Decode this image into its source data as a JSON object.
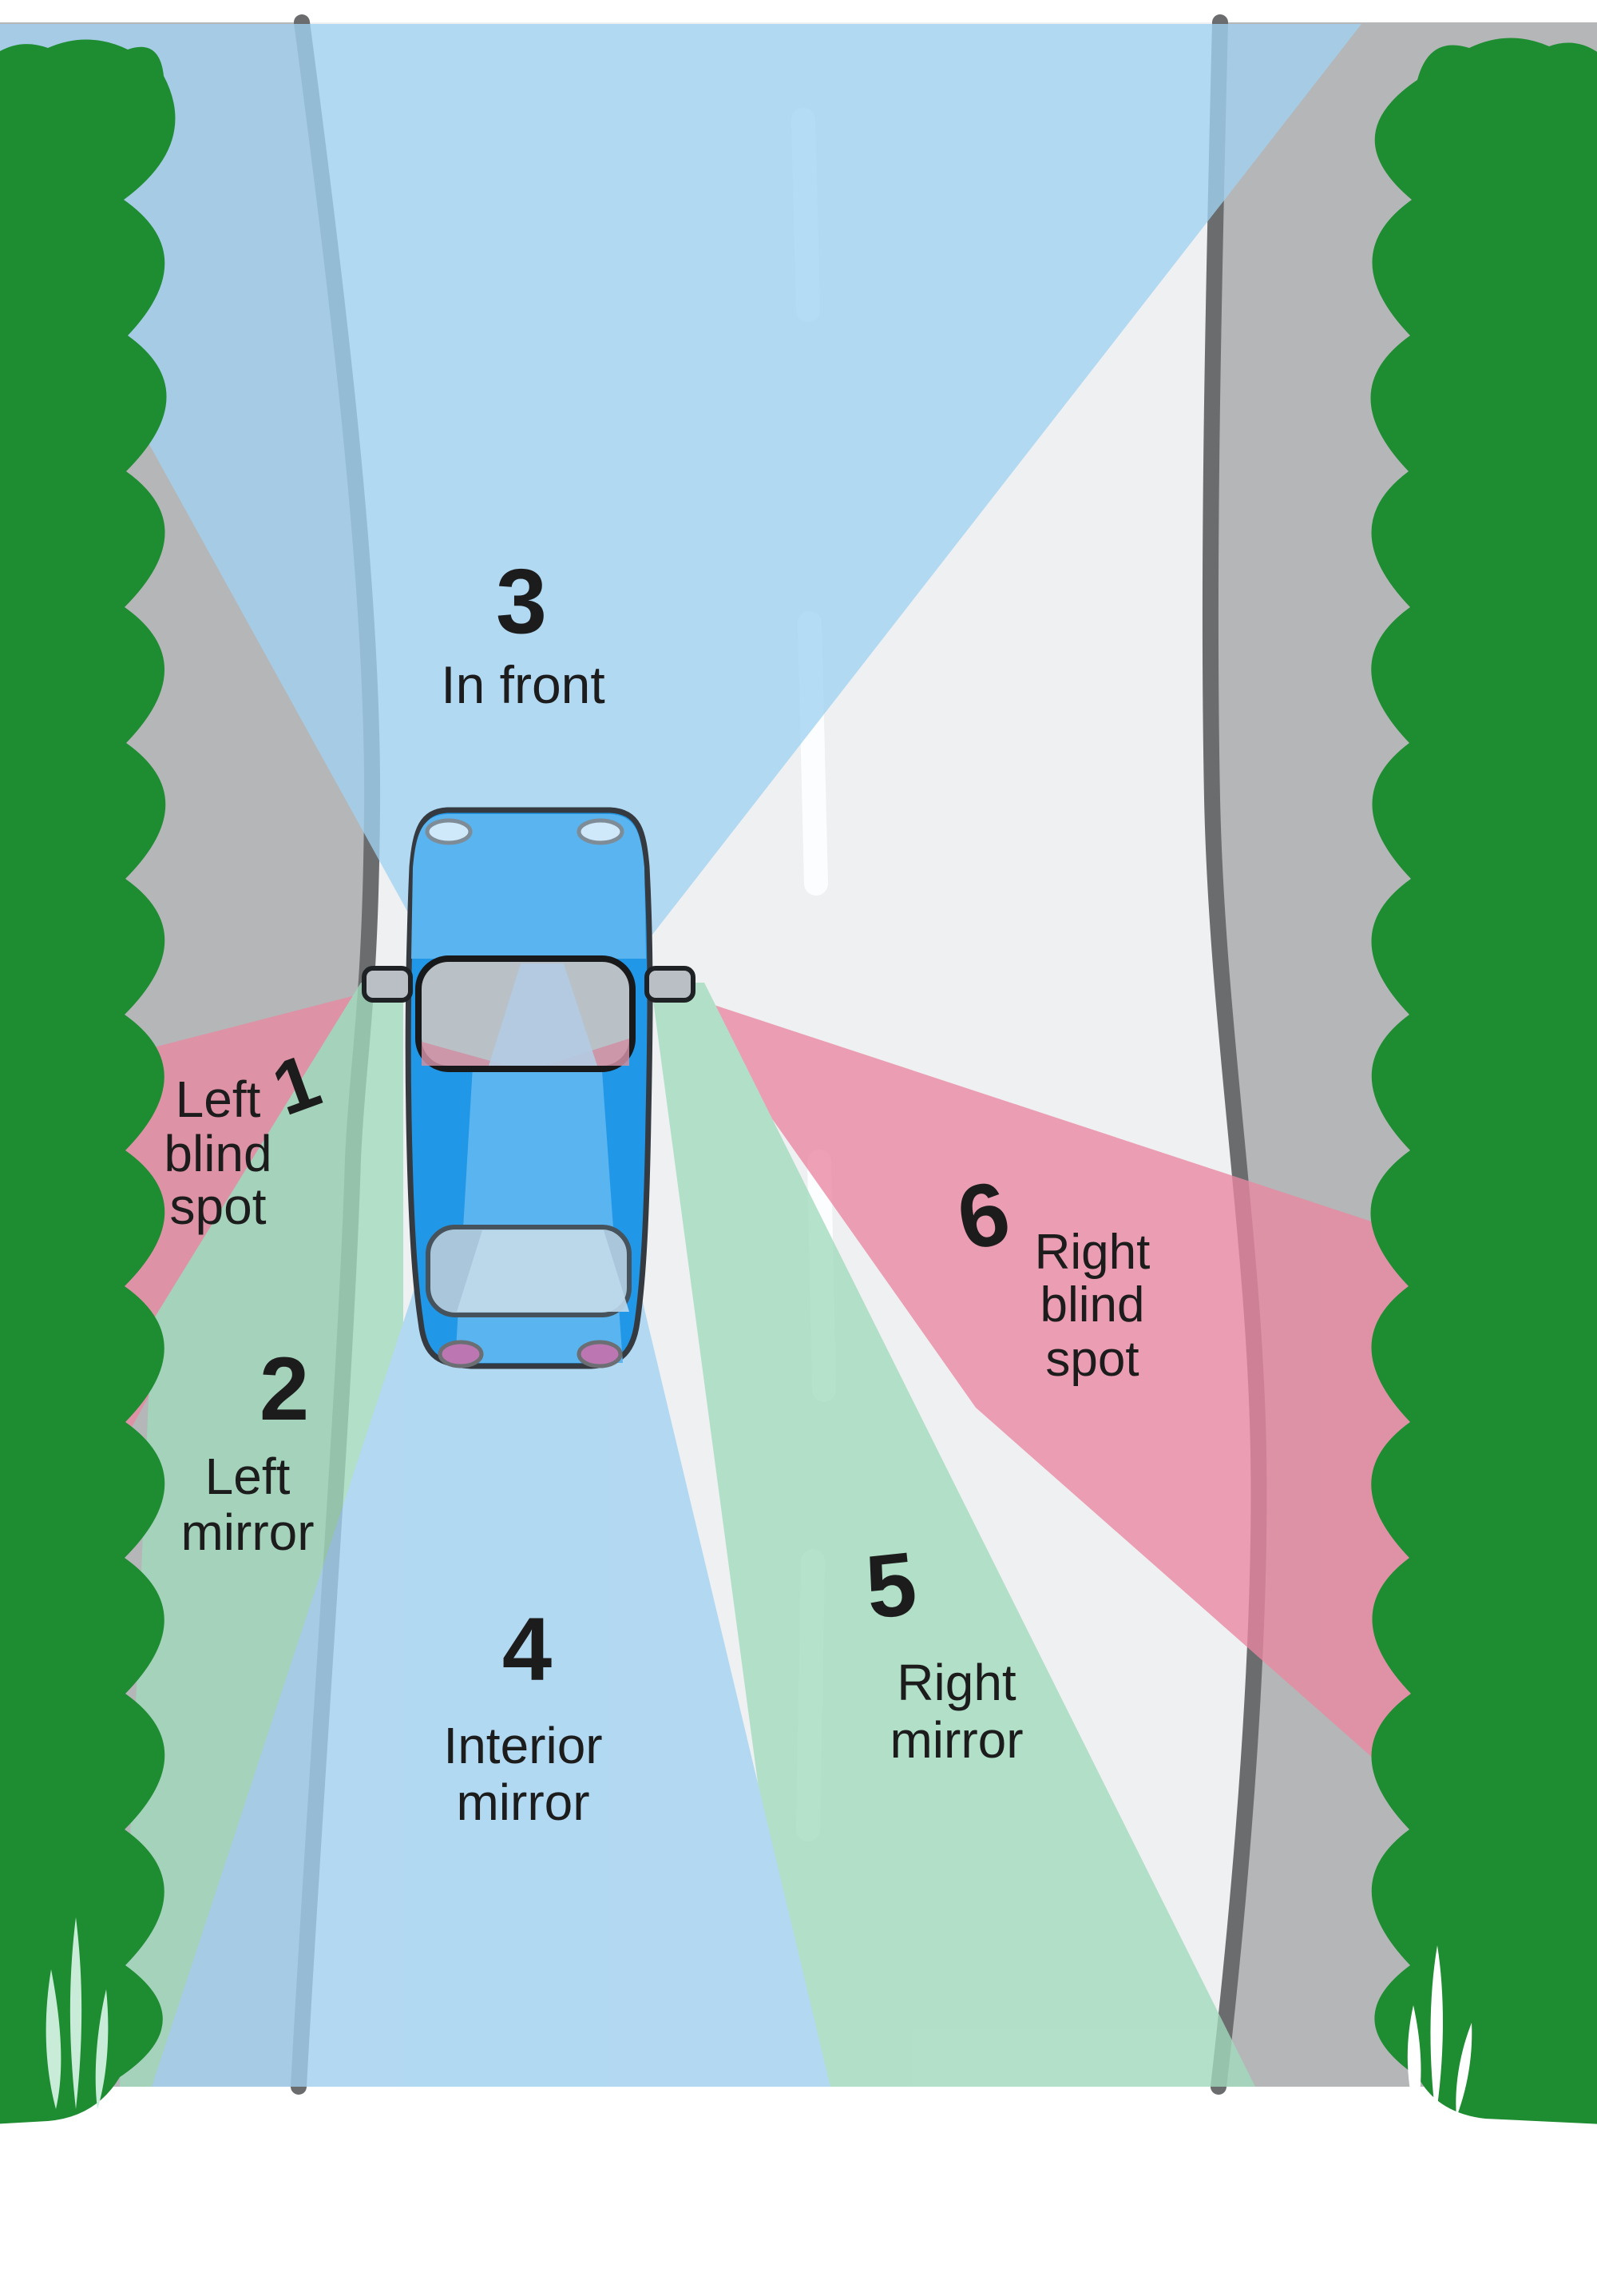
{
  "diagram": {
    "subject": "car-mirror-and-blind-spot-zones",
    "zones": [
      {
        "num": "1",
        "lines": [
          "Left",
          "blind",
          "spot"
        ]
      },
      {
        "num": "2",
        "lines": [
          "Left",
          "mirror"
        ]
      },
      {
        "num": "3",
        "lines": [
          "In front"
        ]
      },
      {
        "num": "4",
        "lines": [
          "Interior",
          "mirror"
        ]
      },
      {
        "num": "5",
        "lines": [
          "Right",
          "mirror"
        ]
      },
      {
        "num": "6",
        "lines": [
          "Right",
          "blind",
          "spot"
        ]
      }
    ],
    "colors": {
      "page": "#ffffff",
      "shoulder": "#b4b6b8",
      "road": "#eef0f2",
      "road_line": "#6a6c6e",
      "lane_dash": "#fbfdfe",
      "hedge": "#1e8c31",
      "cone_front": "#a2d2f2",
      "cone_interior": "#a2d2f2",
      "cone_mirror": "#a1dbbc",
      "cone_blind": "#eb88a2",
      "car_body": "#2197e8",
      "car_light_panel": "#5ab4f0",
      "windshield": "#b9c0c6",
      "rear_window": "#a9c6da",
      "headlight": "#cfe9fb",
      "taillight": "#bc77b2",
      "mirror": "#b9bfc5",
      "grass_left": "#c9ecd9",
      "grass_right": "#ffffff",
      "text": "#1c1c1c"
    }
  }
}
